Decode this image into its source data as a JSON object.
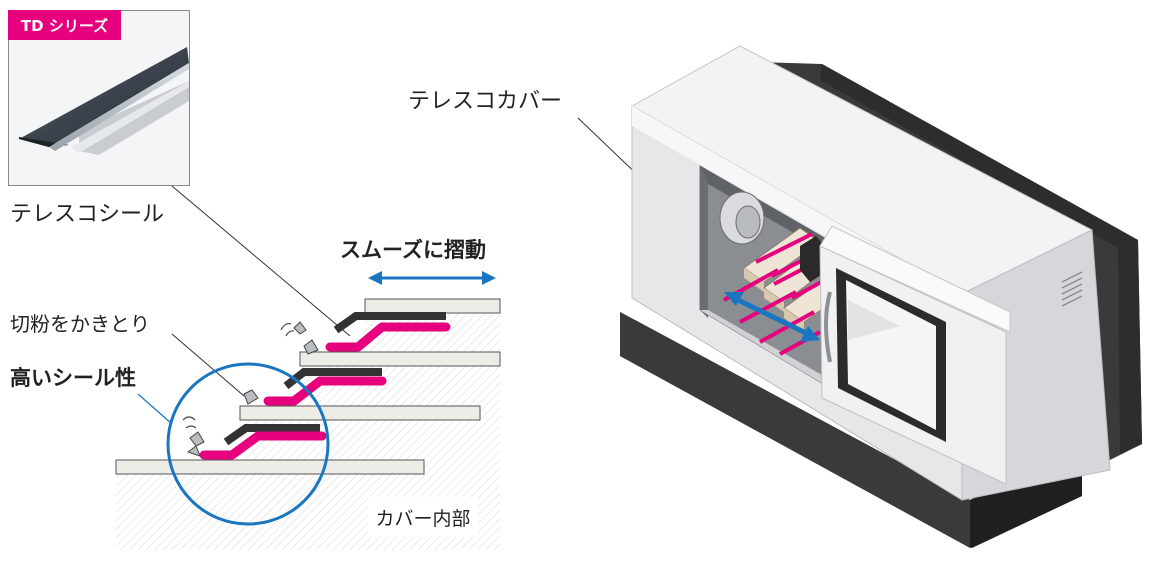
{
  "badge": "TD シリーズ",
  "labels": {
    "telescopic_seal": "テレスコシール",
    "smooth_sliding": "スムーズに摺動",
    "chip_scraping": "切粉をかきとり",
    "high_seal": "高いシール性",
    "cover_inside": "カバー内部",
    "telescopic_cover": "テレスコカバー"
  },
  "colors": {
    "magenta": "#e6007e",
    "blue": "#1a76c0",
    "dark_seal": "#333333",
    "plate": "#eeece6"
  }
}
